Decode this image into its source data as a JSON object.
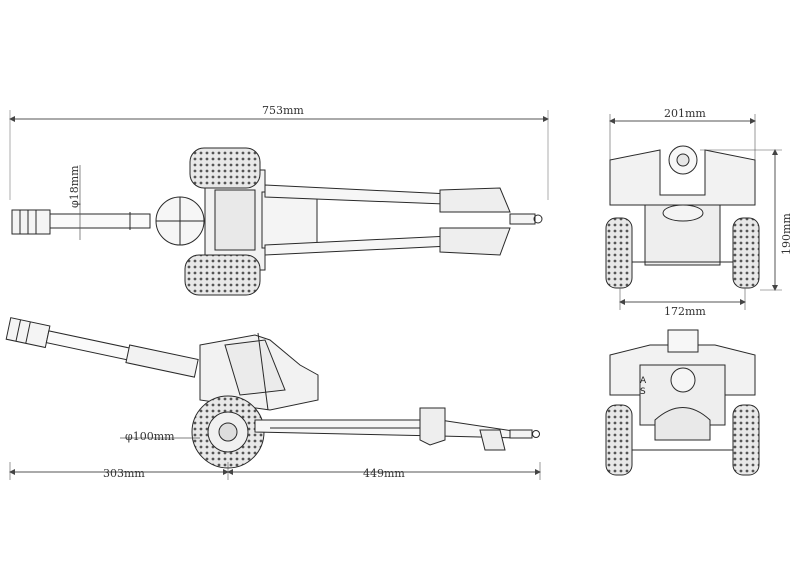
{
  "dimensions": {
    "overall_length": "753mm",
    "barrel_diameter": "φ18mm",
    "wheel_diameter": "φ100mm",
    "front_length": "303mm",
    "rear_length": "449mm",
    "front_width": "201mm",
    "height": "190mm",
    "track_width": "172mm"
  },
  "rear_markers": {
    "a": "A",
    "s": "S"
  },
  "colors": {
    "line": "#2a2a2a",
    "dim_line": "#555555",
    "tire_fill": "#e6e6e6",
    "panel_fill": "#f2f2f2"
  }
}
